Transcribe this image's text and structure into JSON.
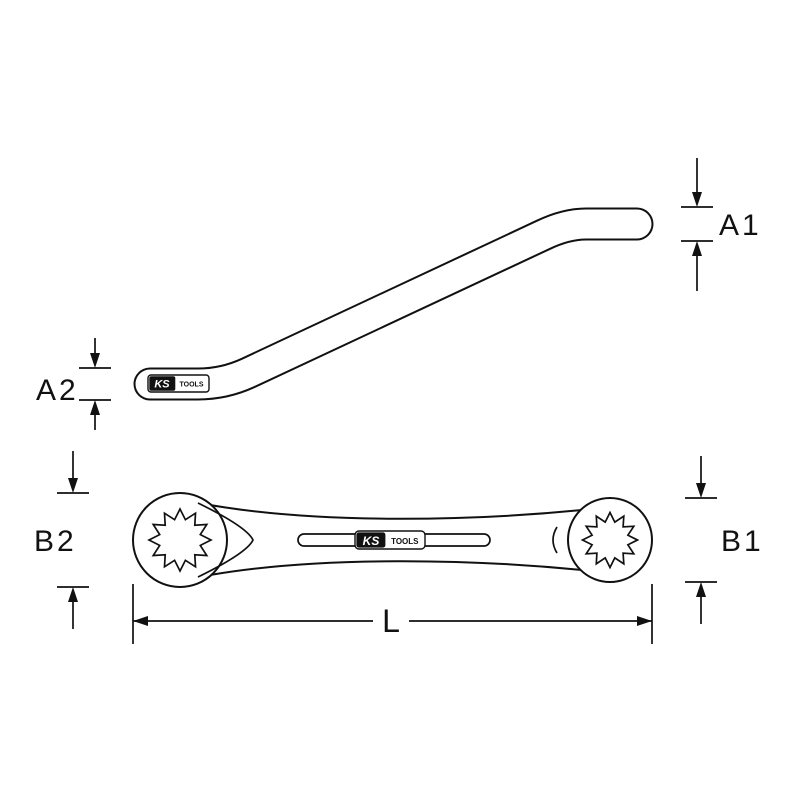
{
  "diagram": {
    "labels": {
      "a1": "A1",
      "a2": "A2",
      "b1": "B1",
      "b2": "B2",
      "l": "L"
    },
    "logo": {
      "ks": "KS",
      "tools": "TOOLS"
    },
    "colors": {
      "line": "#111111",
      "background": "#ffffff"
    }
  }
}
